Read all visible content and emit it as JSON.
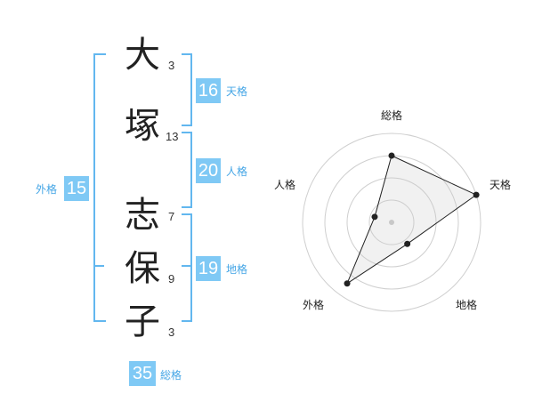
{
  "name": {
    "chars": [
      "大",
      "塚",
      "志",
      "保",
      "子"
    ],
    "strokes": [
      "3",
      "13",
      "7",
      "9",
      "3"
    ]
  },
  "kakusu": {
    "tenkaku": {
      "value": "16",
      "label": "天格"
    },
    "jinkaku": {
      "value": "20",
      "label": "人格"
    },
    "chikaku": {
      "value": "19",
      "label": "地格"
    },
    "gaikaku": {
      "value": "15",
      "label": "外格"
    },
    "soukaku": {
      "value": "35",
      "label": "総格"
    }
  },
  "colors": {
    "accent": "#7fc9f5",
    "bracket": "#62b7ef",
    "label": "#45a6e6"
  },
  "chart_data": {
    "type": "radar",
    "axes": [
      "総格",
      "天格",
      "地格",
      "外格",
      "人格"
    ],
    "values": [
      0.75,
      1.0,
      0.3,
      0.85,
      0.2
    ],
    "rings": 4,
    "grid": true
  }
}
